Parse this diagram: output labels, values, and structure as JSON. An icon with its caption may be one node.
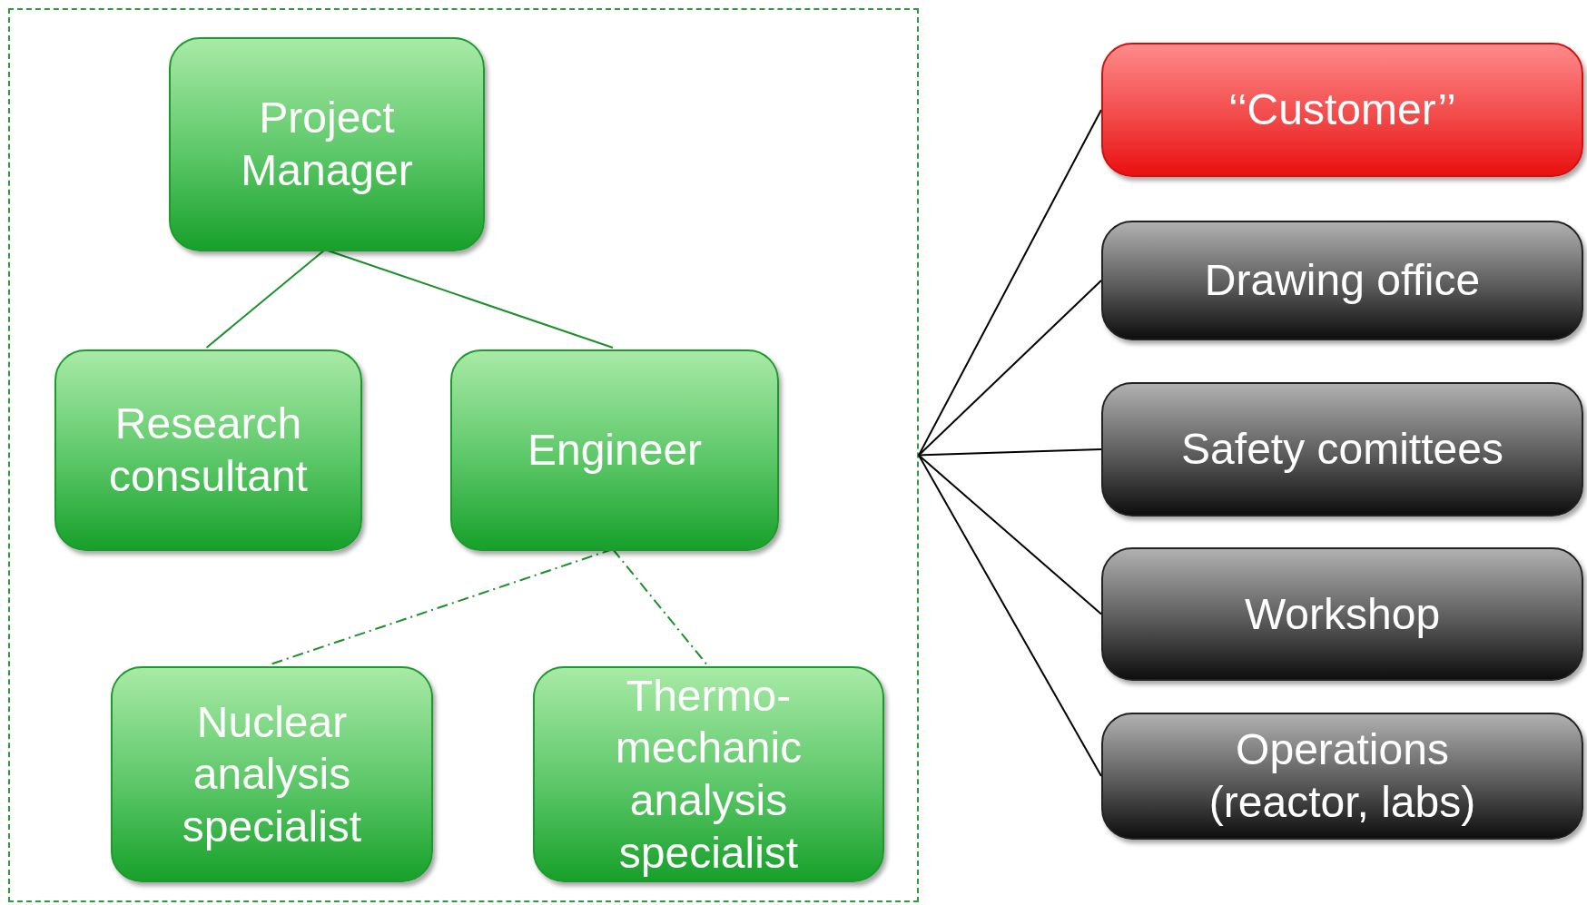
{
  "diagram": {
    "nodes": [
      {
        "text": [],
        "shape": "box"
      },
      {
        "text": [
          "Project Manager"
        ],
        "in": 0
      },
      {
        "text": [
          "Research consultant"
        ],
        "in": 0
      },
      {
        "text": [
          "Engineer"
        ],
        "in": 0
      },
      {
        "text": [
          "Nuclear analysis specialist"
        ],
        "in": 0
      },
      {
        "text": [
          "Thermo-mechanic analysis specialist"
        ],
        "in": 0
      },
      {
        "text": [
          "‘‘Customer’’"
        ]
      },
      {
        "text": [
          "Drawing office"
        ]
      },
      {
        "text": [
          "Safety comittees"
        ]
      },
      {
        "text": [
          "Workshop"
        ]
      },
      {
        "text": [
          "Operations (reactor, labs)"
        ]
      }
    ],
    "edges": [
      {
        "from": 1,
        "to": 2,
        "arrow": "none",
        "color": "#1a8f2a"
      },
      {
        "from": 1,
        "to": 3,
        "arrow": "none",
        "color": "#1a8f2a"
      },
      {
        "from": 3,
        "to": 4,
        "arrow": "none",
        "style": "dashed",
        "color": "#1a8f2a"
      },
      {
        "from": 3,
        "to": 5,
        "arrow": "none",
        "style": "dashed",
        "color": "#1a8f2a"
      },
      {
        "from": 0,
        "to": 6,
        "arrow": "none"
      },
      {
        "from": 0,
        "to": 7,
        "arrow": "none"
      },
      {
        "from": 0,
        "to": 8,
        "arrow": "none"
      },
      {
        "from": 0,
        "to": 9,
        "arrow": "none"
      },
      {
        "from": 0,
        "to": 10,
        "arrow": "none"
      }
    ]
  }
}
